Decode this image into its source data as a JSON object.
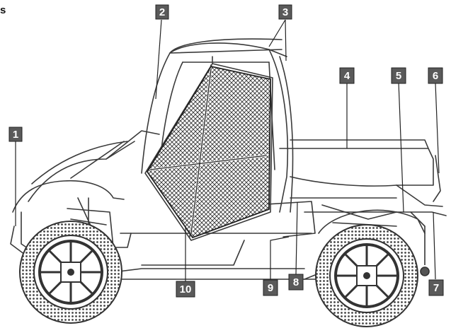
{
  "page": {
    "corner_text": "s"
  },
  "diagram": {
    "subject": "side-view utility vehicle (UTV) with door net",
    "callouts": [
      {
        "id": "callout-1",
        "label": "1"
      },
      {
        "id": "callout-2",
        "label": "2"
      },
      {
        "id": "callout-3",
        "label": "3"
      },
      {
        "id": "callout-4",
        "label": "4"
      },
      {
        "id": "callout-5",
        "label": "5"
      },
      {
        "id": "callout-6",
        "label": "6"
      },
      {
        "id": "callout-7",
        "label": "7"
      },
      {
        "id": "callout-8",
        "label": "8"
      },
      {
        "id": "callout-9",
        "label": "9"
      },
      {
        "id": "callout-10",
        "label": "10"
      }
    ]
  },
  "colors": {
    "background": "#ffffff",
    "line_art": "#3a3a3a",
    "callout_box": "#5a5a5a",
    "callout_text": "#ffffff"
  }
}
